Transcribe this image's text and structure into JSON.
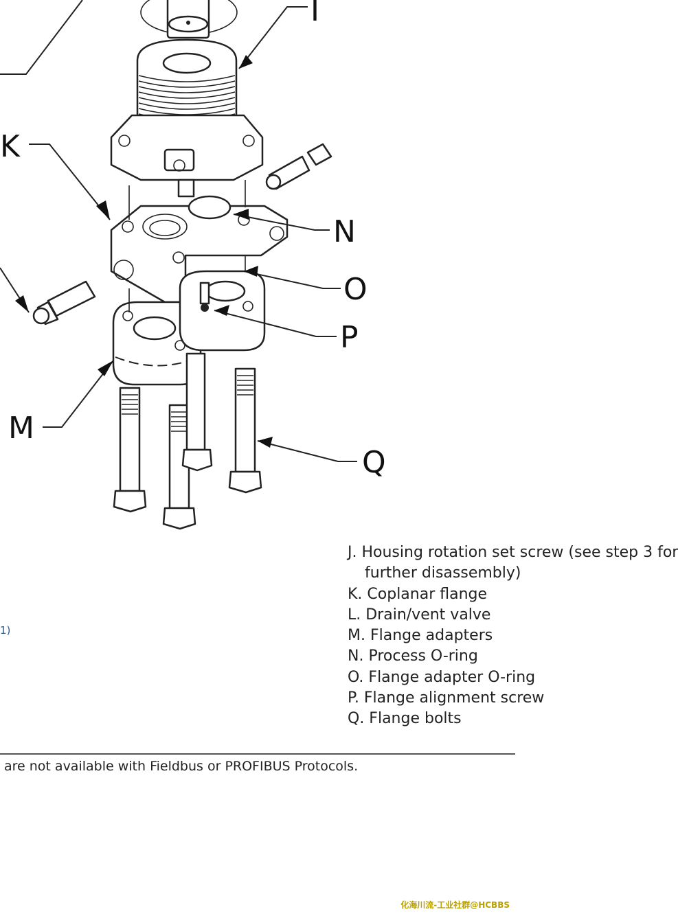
{
  "diagram": {
    "callouts": {
      "I": "I",
      "K": "K",
      "N": "N",
      "O": "O",
      "P": "P",
      "M": "M",
      "Q": "Q"
    }
  },
  "legend": {
    "items": [
      "J. Housing rotation set screw (see step 3 for",
      "further disassembly)",
      "K. Coplanar flange",
      "L. Drain/vent valve",
      "M. Flange adapters",
      "N. Process O-ring",
      "O. Flange adapter O-ring",
      "P. Flange alignment screw",
      "Q. Flange bolts"
    ]
  },
  "left_note": "1)",
  "footnote": "are not available with Fieldbus or PROFIBUS Protocols.",
  "watermark": "化海川流-工业社群@HCBBS"
}
